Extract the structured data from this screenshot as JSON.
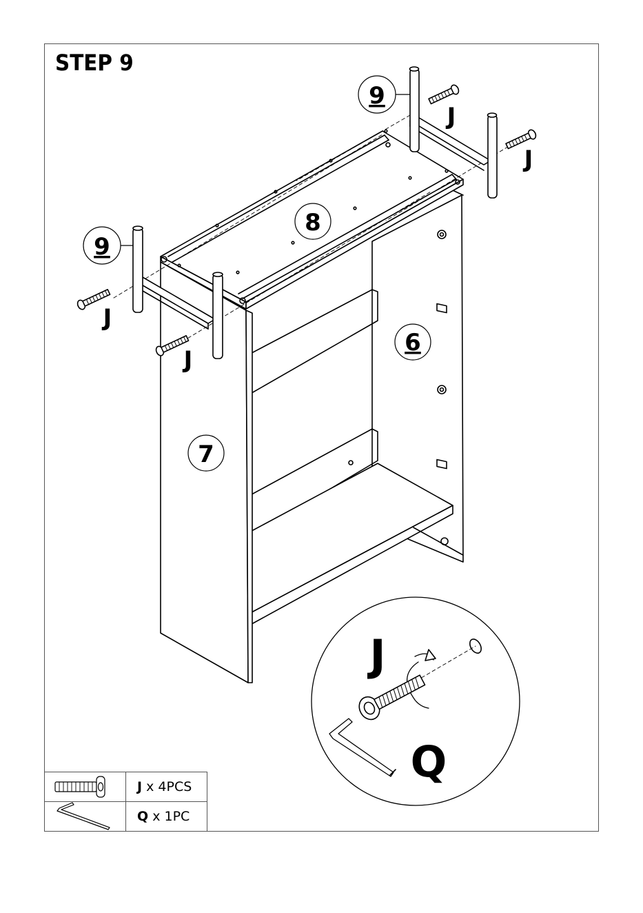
{
  "step": {
    "title": "STEP 9"
  },
  "callouts": {
    "part_9_top": "9",
    "part_9_left": "9",
    "part_8": "8",
    "part_6": "6",
    "part_7": "7",
    "screw_j_1": "J",
    "screw_j_2": "J",
    "screw_j_3": "J",
    "screw_j_4": "J"
  },
  "detail": {
    "screw_label": "J",
    "tool_label": "Q"
  },
  "parts": [
    {
      "code": "J",
      "qty": "x 4PCS",
      "icon": "bolt-icon"
    },
    {
      "code": "Q",
      "qty": "x 1PC",
      "icon": "hex-key-icon"
    }
  ],
  "colors": {
    "line": "#000000",
    "frame": "#555555",
    "paper": "#ffffff"
  }
}
